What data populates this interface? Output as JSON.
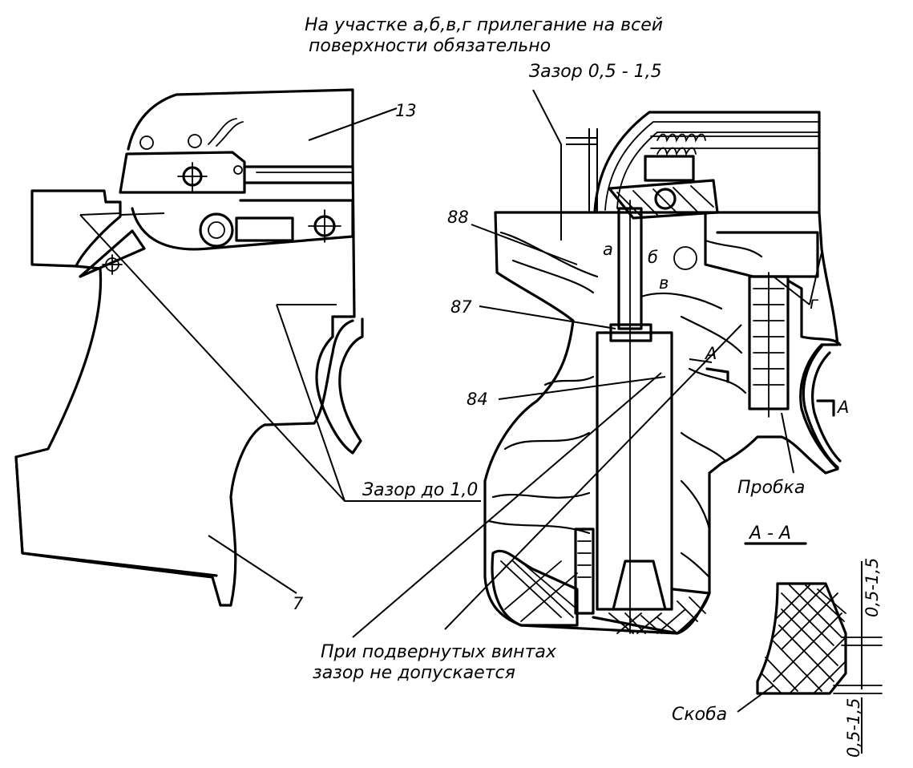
{
  "notes": {
    "top_line1": "На участке  а,б,в,г  прилегание на всей",
    "top_line2": "поверхности  обязательно",
    "gap_top": "Зазор 0,5 - 1,5",
    "gap_mid": "Зазор до 1,0",
    "bottom_line1": "При подвернутых винтах",
    "bottom_line2": "зазор не  допускается",
    "plug": "Пробка",
    "section": "А - А",
    "section_mark": "А",
    "bracket": "Скоба",
    "dim_upper": "0,5-1,5",
    "dim_lower": "0,5-1,5"
  },
  "parts": {
    "p13": "13",
    "p7": "7",
    "p88": "88",
    "p87": "87",
    "p84": "84"
  },
  "zones": {
    "a": "а",
    "b": "б",
    "v": "в",
    "g": "г"
  },
  "colors": {
    "ink": "#000000",
    "paper": "#ffffff"
  }
}
